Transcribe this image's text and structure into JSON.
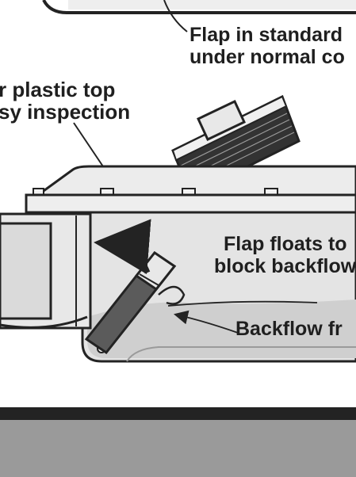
{
  "labels": {
    "flap_standard_line1": "Flap in standard",
    "flap_standard_line2": "under normal co",
    "plastic_top_line1": "r plastic top",
    "plastic_top_line2": "sy inspection",
    "flap_floats_line1": "Flap floats to",
    "flap_floats_line2": "block backflow",
    "backflow": "Backflow fr"
  },
  "colors": {
    "outline": "#232323",
    "body_fill": "#e4e4e4",
    "lid_fill": "#ededed",
    "flap_fill": "#5b5b5b",
    "water_fill": "#cfcfcf",
    "pipe_fill": "#d7d7d7",
    "bar": "#232323",
    "panel": "#9a9a9a"
  }
}
